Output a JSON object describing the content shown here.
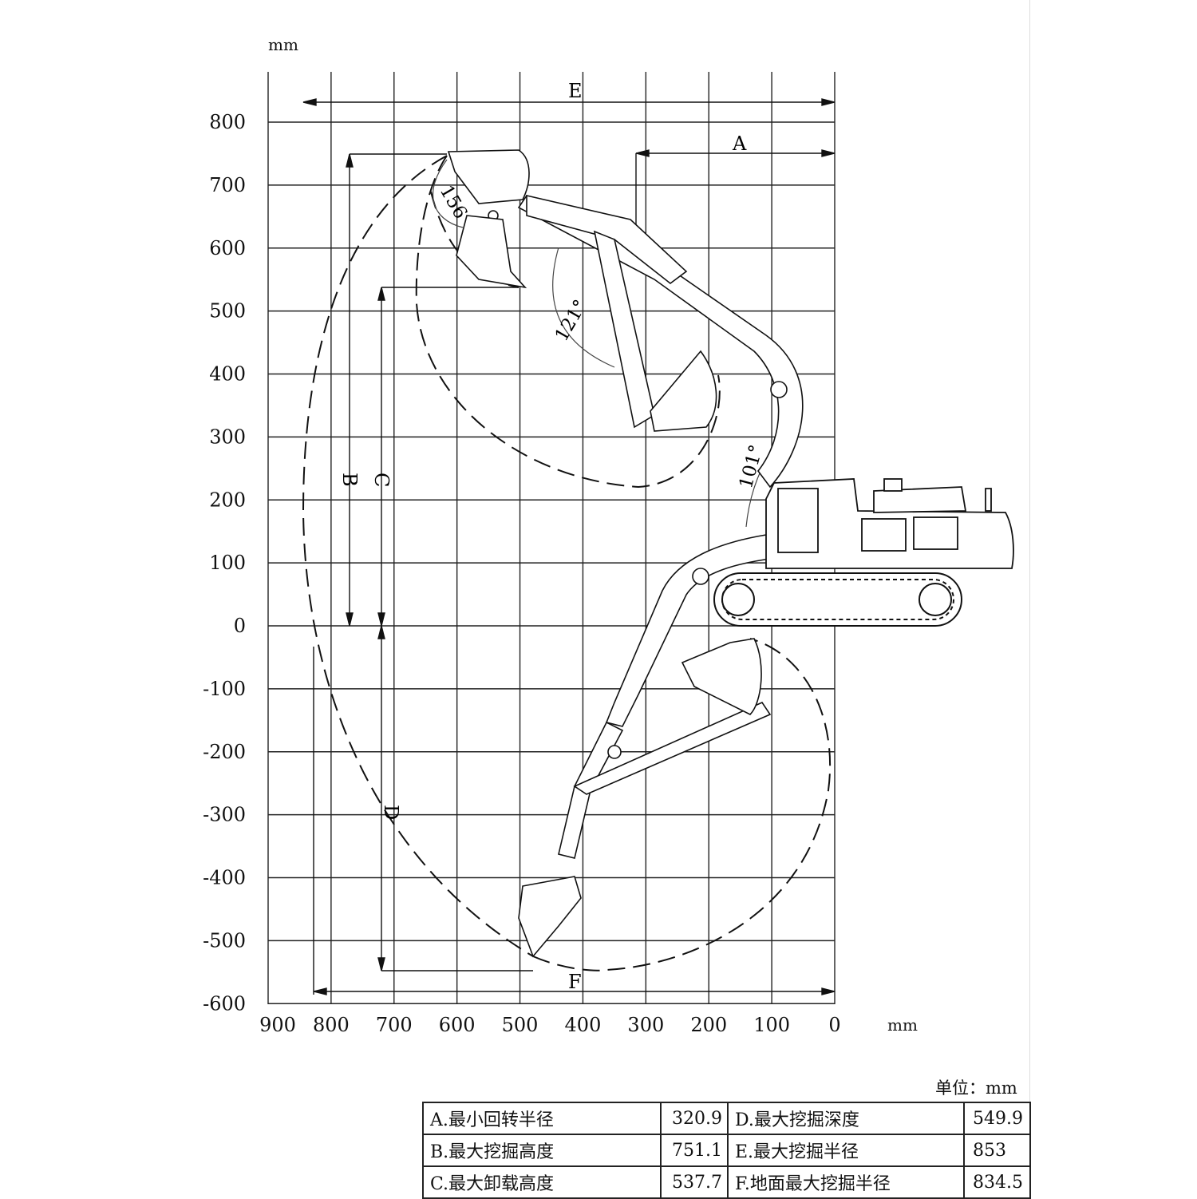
{
  "axis": {
    "unit_top": "mm",
    "unit_right": "mm",
    "y_ticks": [
      "800",
      "700",
      "600",
      "500",
      "400",
      "300",
      "200",
      "100",
      "0",
      "-100",
      "-200",
      "-300",
      "-400",
      "-500",
      "-600"
    ],
    "x_ticks": [
      "900",
      "800",
      "700",
      "600",
      "500",
      "400",
      "300",
      "200",
      "100",
      "0"
    ]
  },
  "dimensions": {
    "E": "E",
    "A": "A",
    "B": "B",
    "C": "C",
    "D": "D",
    "F": "F"
  },
  "angles": {
    "bucket": "156°",
    "arm": "121°",
    "boom": "101°"
  },
  "table": {
    "unit_caption": "单位：mm",
    "rows": [
      {
        "label1": "A.最小回转半径",
        "value1": "320.9",
        "label2": "D.最大挖掘深度",
        "value2": "549.9"
      },
      {
        "label1": "B.最大挖掘高度",
        "value1": "751.1",
        "label2": "E.最大挖掘半径",
        "value2": "853"
      },
      {
        "label1": "C.最大卸载高度",
        "value1": "537.7",
        "label2": "F.地面最大挖掘半径",
        "value2": "834.5"
      }
    ]
  }
}
